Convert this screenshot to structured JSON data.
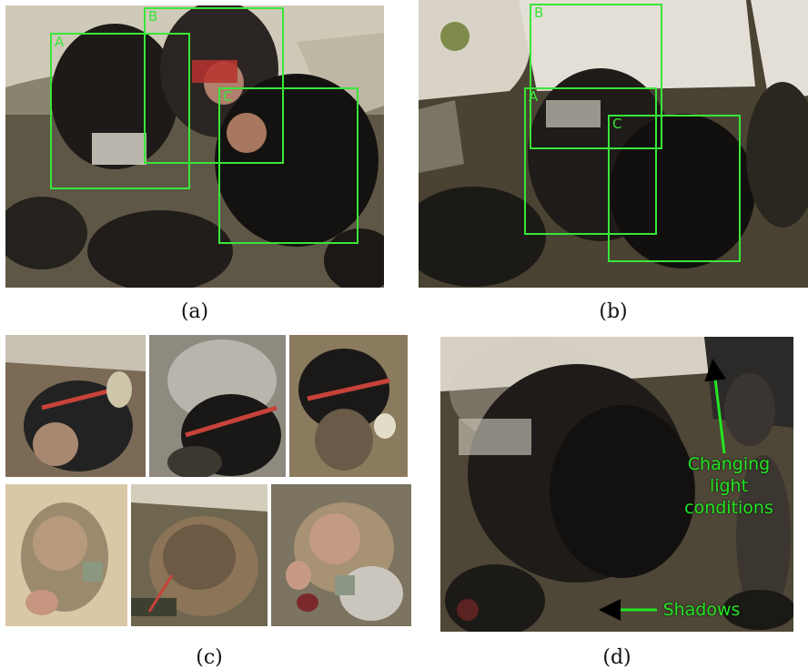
{
  "panels": {
    "a": {
      "caption": "(a)",
      "boxes": [
        "A",
        "B",
        "C"
      ]
    },
    "b": {
      "caption": "(b)",
      "boxes": [
        "B",
        "A",
        "C"
      ]
    },
    "c": {
      "caption": "(c)"
    },
    "d": {
      "caption": "(d)",
      "annotations": {
        "light": [
          "Changing",
          "light",
          "conditions"
        ],
        "shadows": "Shadows"
      }
    }
  },
  "colors": {
    "box": "#39e639",
    "annotation": "#22e622"
  }
}
